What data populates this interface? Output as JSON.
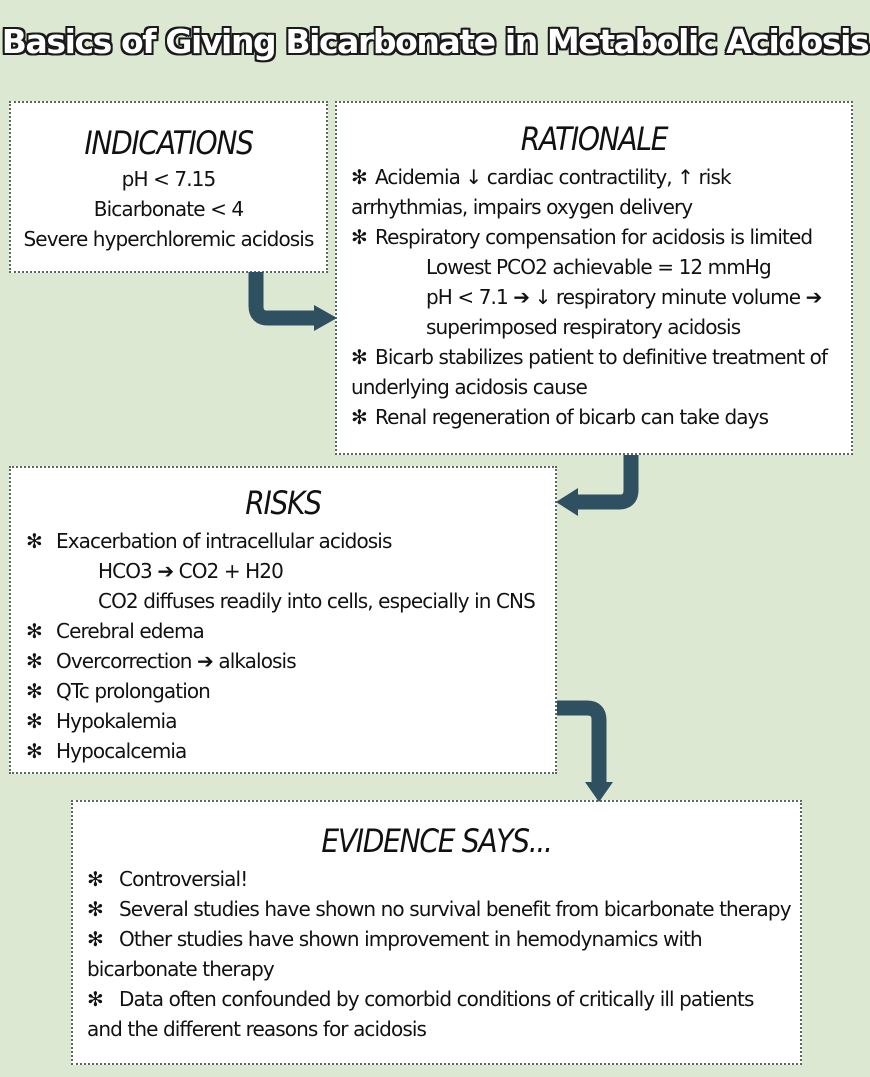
{
  "title": "Basics of Giving Bicarbonate in Metabolic Acidosis",
  "indications": {
    "heading": "INDICATIONS",
    "items": [
      "pH < 7.15",
      "Bicarbonate < 4",
      "Severe hyperchloremic acidosis"
    ]
  },
  "rationale": {
    "heading": "RATIONALE",
    "b1a": "Acidemia ↓ cardiac contractility, ↑ risk",
    "b1b": "arrhythmias, impairs oxygen delivery",
    "b2": "Respiratory compensation for acidosis is limited",
    "s1": "Lowest PCO2 achievable = 12 mmHg",
    "s2": "pH < 7.1 ➔ ↓ respiratory minute volume ➔",
    "s3": "superimposed respiratory acidosis",
    "b3a": "Bicarb stabilizes patient to definitive treatment of",
    "b3b": "underlying acidosis cause",
    "b4": "Renal regeneration of bicarb can take days"
  },
  "risks": {
    "heading": "RISKS",
    "r1": "Exacerbation of intracellular acidosis",
    "s1": "HCO3 ➔ CO2 + H20",
    "s2": "CO2 diffuses readily into cells, especially in CNS",
    "r2": "Cerebral edema",
    "r3": "Overcorrection ➔ alkalosis",
    "r4": "QTc prolongation",
    "r5": "Hypokalemia",
    "r6": "Hypocalcemia"
  },
  "evidence": {
    "heading": "EVIDENCE SAYS...",
    "e1": "Controversial!",
    "e2": "Several studies have shown no survival benefit from bicarbonate therapy",
    "e3a": "Other studies have shown improvement in hemodynamics with",
    "e3b": "bicarbonate therapy",
    "e4a": "Data often confounded by comorbid conditions of critically ill patients",
    "e4b": "and the different reasons for acidosis"
  },
  "bullet": "✻",
  "colors": {
    "background": "#dde8d3",
    "arrow": "#2f5060",
    "box": "#ffffff"
  }
}
